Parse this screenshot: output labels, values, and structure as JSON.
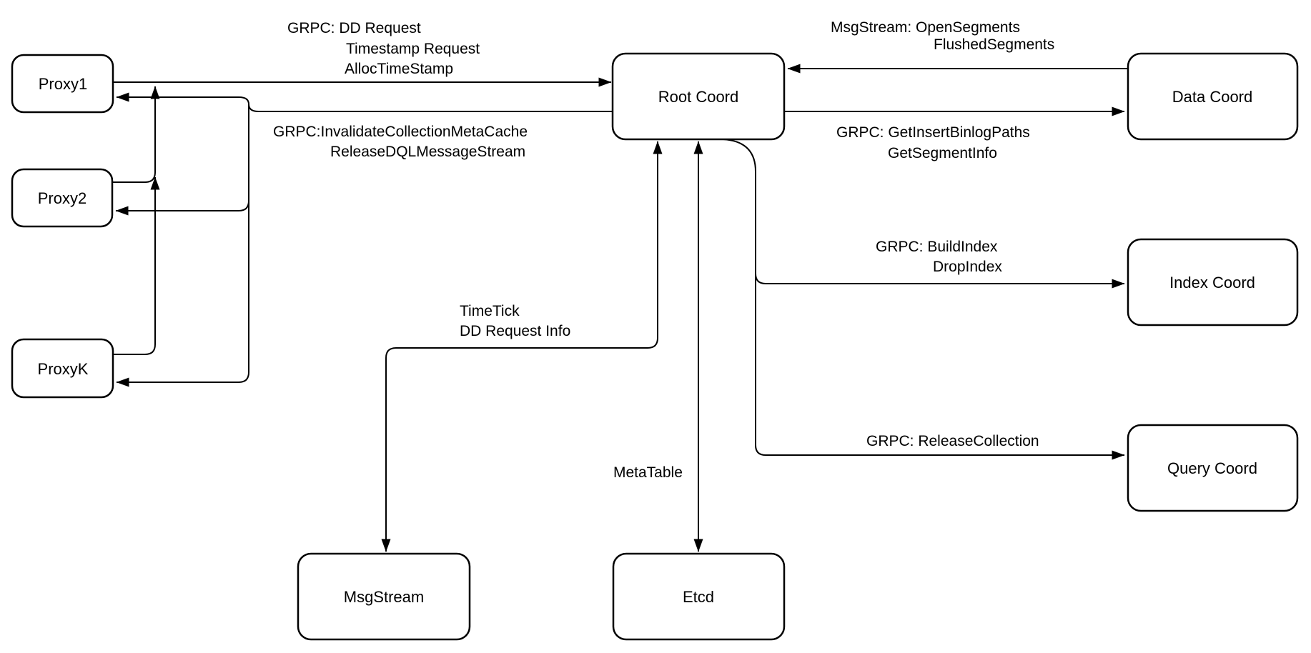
{
  "colors": {
    "background": "#ffffff",
    "stroke": "#000000",
    "node_fill": "#ffffff",
    "text": "#000000"
  },
  "nodes": {
    "proxy1": {
      "label": "Proxy1"
    },
    "proxy2": {
      "label": "Proxy2"
    },
    "proxyk": {
      "label": "ProxyK"
    },
    "root_coord": {
      "label": "Root Coord"
    },
    "data_coord": {
      "label": "Data Coord"
    },
    "index_coord": {
      "label": "Index Coord"
    },
    "query_coord": {
      "label": "Query Coord"
    },
    "msgstream": {
      "label": "MsgStream"
    },
    "etcd": {
      "label": "Etcd"
    }
  },
  "edges": {
    "proxies_to_root": {
      "labels": [
        "GRPC: DD Request",
        "Timestamp Request",
        "AllocTimeStamp"
      ]
    },
    "root_to_proxies": {
      "labels": [
        "GRPC:InvalidateCollectionMetaCache",
        "ReleaseDQLMessageStream"
      ]
    },
    "data_to_root": {
      "labels": [
        "MsgStream: OpenSegments",
        "FlushedSegments"
      ]
    },
    "root_to_data": {
      "labels": [
        "GRPC: GetInsertBinlogPaths",
        "GetSegmentInfo"
      ]
    },
    "root_to_index": {
      "labels": [
        "GRPC: BuildIndex",
        "DropIndex"
      ]
    },
    "root_to_query": {
      "labels": [
        "GRPC: ReleaseCollection"
      ]
    },
    "root_to_msgstream": {
      "labels": [
        "TimeTick",
        "DD Request Info"
      ]
    },
    "root_to_etcd": {
      "labels": [
        "MetaTable"
      ]
    }
  }
}
